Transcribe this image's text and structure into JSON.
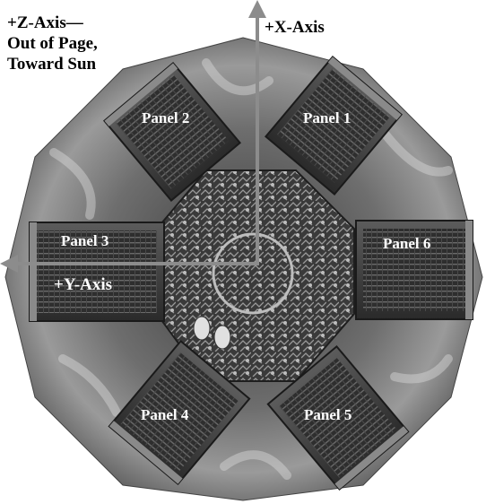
{
  "colors": {
    "background": "#ffffff",
    "axis": "#8c8c8c",
    "panel_label": "#ffffff",
    "caption": "#000000"
  },
  "caption": {
    "line1": "+Z-Axis—",
    "line2": "Out of Page,",
    "line3": "Toward Sun"
  },
  "axes": {
    "x_label": "+X-Axis",
    "y_label": "+Y-Axis"
  },
  "panels": [
    {
      "id": "panel-1",
      "label": "Panel 1"
    },
    {
      "id": "panel-2",
      "label": "Panel 2"
    },
    {
      "id": "panel-3",
      "label": "Panel 3"
    },
    {
      "id": "panel-4",
      "label": "Panel 4"
    },
    {
      "id": "panel-5",
      "label": "Panel 5"
    },
    {
      "id": "panel-6",
      "label": "Panel 6"
    }
  ],
  "icons": {
    "spacecraft": "spacecraft-top-view-icon",
    "axis_arrow": "arrow-icon"
  }
}
